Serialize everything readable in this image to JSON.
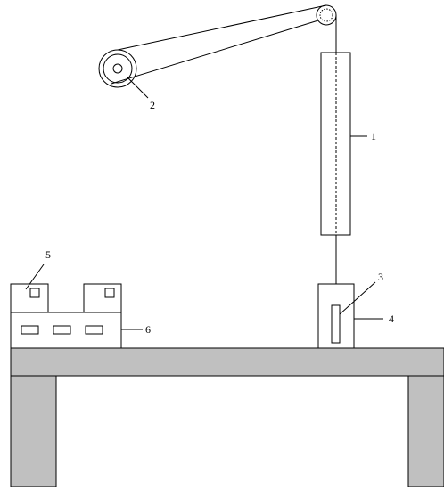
{
  "labels": {
    "column": "1",
    "reel": "2",
    "sample": "3",
    "cell": "4",
    "unit_top": "5",
    "unit_body": "6"
  },
  "colors": {
    "table_fill": "#c0c0c0",
    "stroke": "#000000",
    "background": "#ffffff"
  }
}
